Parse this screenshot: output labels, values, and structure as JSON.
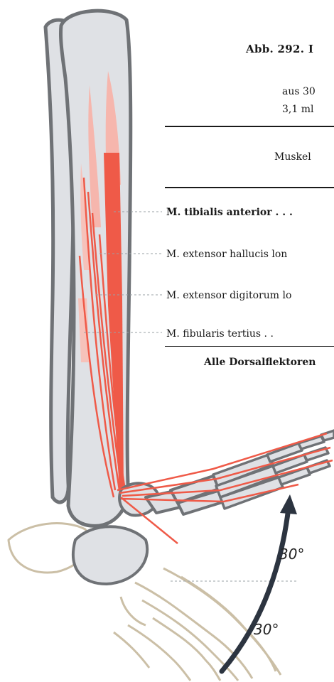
{
  "figure": {
    "title": "Abb. 292. I",
    "subtitle_line1": "aus 30",
    "subtitle_line2": "3,1 ml",
    "column_header": "Muskel"
  },
  "muscles": [
    {
      "label": "M. tibialis anterior . . .",
      "bold": true
    },
    {
      "label": "M. extensor hallucis lon",
      "bold": false
    },
    {
      "label": "M. extensor digitorum lo",
      "bold": false
    },
    {
      "label": "M. fibularis tertius . .",
      "bold": false
    }
  ],
  "total_label": "Alle Dorsalflektoren",
  "angles": {
    "upper": "30°",
    "lower": "30°"
  },
  "colors": {
    "bone_fill": "#dfe1e5",
    "bone_outline": "#6f7276",
    "muscle_strong": "#ef5a48",
    "muscle_light": "#f6b6ad",
    "faded_bone": "#cbbfa6",
    "arrow": "#2c3440",
    "leader": "#9aa0a6"
  }
}
